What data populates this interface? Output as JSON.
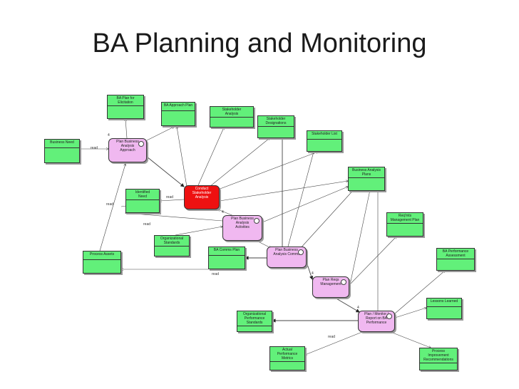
{
  "title": "BA Planning and Monitoring",
  "nodes": [
    {
      "id": "ba-plan-elicitation",
      "label": "BA Plan for\nElicitation",
      "kind": "artifact"
    },
    {
      "id": "ba-approach-plan",
      "label": "BA Approach Plan",
      "kind": "artifact"
    },
    {
      "id": "stakeholder-analysis",
      "label": "Stakeholder\nAnalysis",
      "kind": "artifact"
    },
    {
      "id": "stakeholder-designations",
      "label": "Stakeholder\nDesignations",
      "kind": "artifact"
    },
    {
      "id": "stakeholder-list",
      "label": "Stakeholder List",
      "kind": "artifact"
    },
    {
      "id": "business-need",
      "label": "Business Need",
      "kind": "artifact"
    },
    {
      "id": "plan-ba-approach",
      "label": "Plan Business\nAnalysis\nApproach",
      "kind": "task",
      "num": "4"
    },
    {
      "id": "business-analysis-plans",
      "label": "Business Analysis\nPlans",
      "kind": "artifact"
    },
    {
      "id": "identified-need",
      "label": "Identified\nNeed",
      "kind": "artifact"
    },
    {
      "id": "conduct-stakeholder-analysis",
      "label": "Conduct\nStakeholder\nAnalysis",
      "kind": "task-hot"
    },
    {
      "id": "reqs-management-plan",
      "label": "Req'mts\nManagement Plan",
      "kind": "artifact"
    },
    {
      "id": "plan-ba-activities",
      "label": "Plan Business\nAnalysis\nActivities",
      "kind": "task",
      "num": "4"
    },
    {
      "id": "org-standards",
      "label": "Organizational\nStandards",
      "kind": "artifact"
    },
    {
      "id": "process-assets",
      "label": "Process Assets",
      "kind": "artifact"
    },
    {
      "id": "ba-comms-plan",
      "label": "BA Comms Plan",
      "kind": "artifact"
    },
    {
      "id": "plan-ba-comms",
      "label": "Plan Business\nAnalysis Comms",
      "kind": "task"
    },
    {
      "id": "ba-performance-assessment",
      "label": "BA Performance\nAssessment",
      "kind": "artifact"
    },
    {
      "id": "plan-reqs-management",
      "label": "Plan Reqs\nManagement",
      "kind": "task",
      "num": "4"
    },
    {
      "id": "lessons-learned",
      "label": "Lessons Learned",
      "kind": "artifact"
    },
    {
      "id": "org-performance-standards",
      "label": "Organizational\nPerformance\nStandards",
      "kind": "artifact"
    },
    {
      "id": "plan-monitor-report",
      "label": "Plan / Monitor /\nReport on BA\nPerformance",
      "kind": "task",
      "num": "4"
    },
    {
      "id": "actual-performance-metrics",
      "label": "Actual\nPerformance\nMetrics",
      "kind": "artifact"
    },
    {
      "id": "process-improvement-recs",
      "label": "Process\nImprovement\nRecommendations",
      "kind": "artifact"
    }
  ],
  "labels": [
    {
      "id": "read-1",
      "text": "read"
    },
    {
      "id": "read-2",
      "text": "read"
    },
    {
      "id": "read-3",
      "text": "read"
    },
    {
      "id": "read-4",
      "text": "read"
    },
    {
      "id": "read-5",
      "text": "read"
    },
    {
      "id": "read-6",
      "text": "read"
    }
  ],
  "colors": {
    "artifact": "#62f07a",
    "task": "#f0b8f0",
    "task_hot": "#ee1111",
    "line": "#333333"
  }
}
